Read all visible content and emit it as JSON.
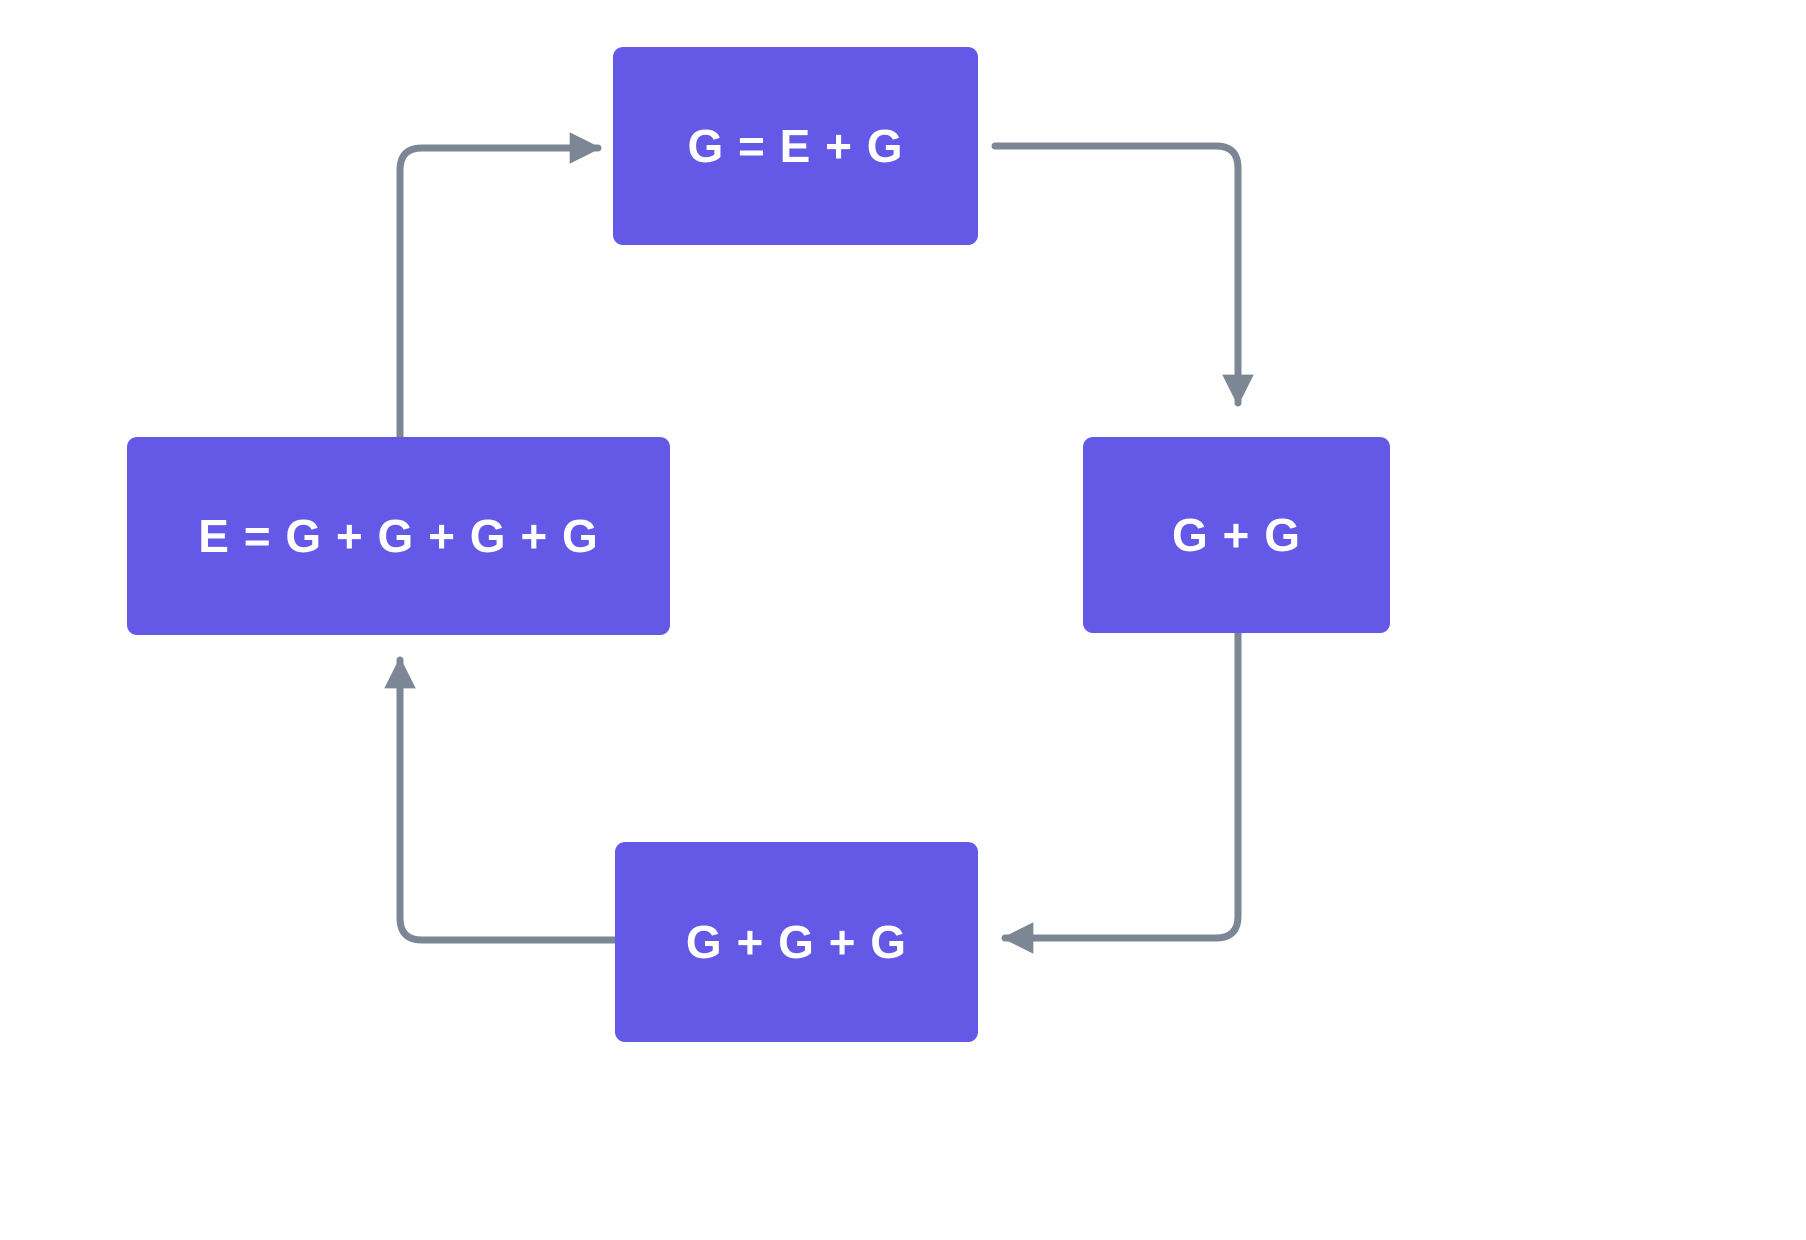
{
  "diagram": {
    "type": "cycle-flowchart",
    "nodes": [
      {
        "id": "top",
        "label": "G = E + G"
      },
      {
        "id": "left",
        "label": "E = G + G + G + G"
      },
      {
        "id": "right",
        "label": "G + G"
      },
      {
        "id": "bottom",
        "label": "G + G + G"
      }
    ],
    "edges": [
      {
        "from": "left",
        "to": "top"
      },
      {
        "from": "top",
        "to": "right"
      },
      {
        "from": "right",
        "to": "bottom"
      },
      {
        "from": "bottom",
        "to": "left"
      }
    ],
    "colors": {
      "node_fill": "#6458E7",
      "node_text": "#FFFFFF",
      "arrow": "#7C8694",
      "background": "#FFFFFF"
    }
  }
}
